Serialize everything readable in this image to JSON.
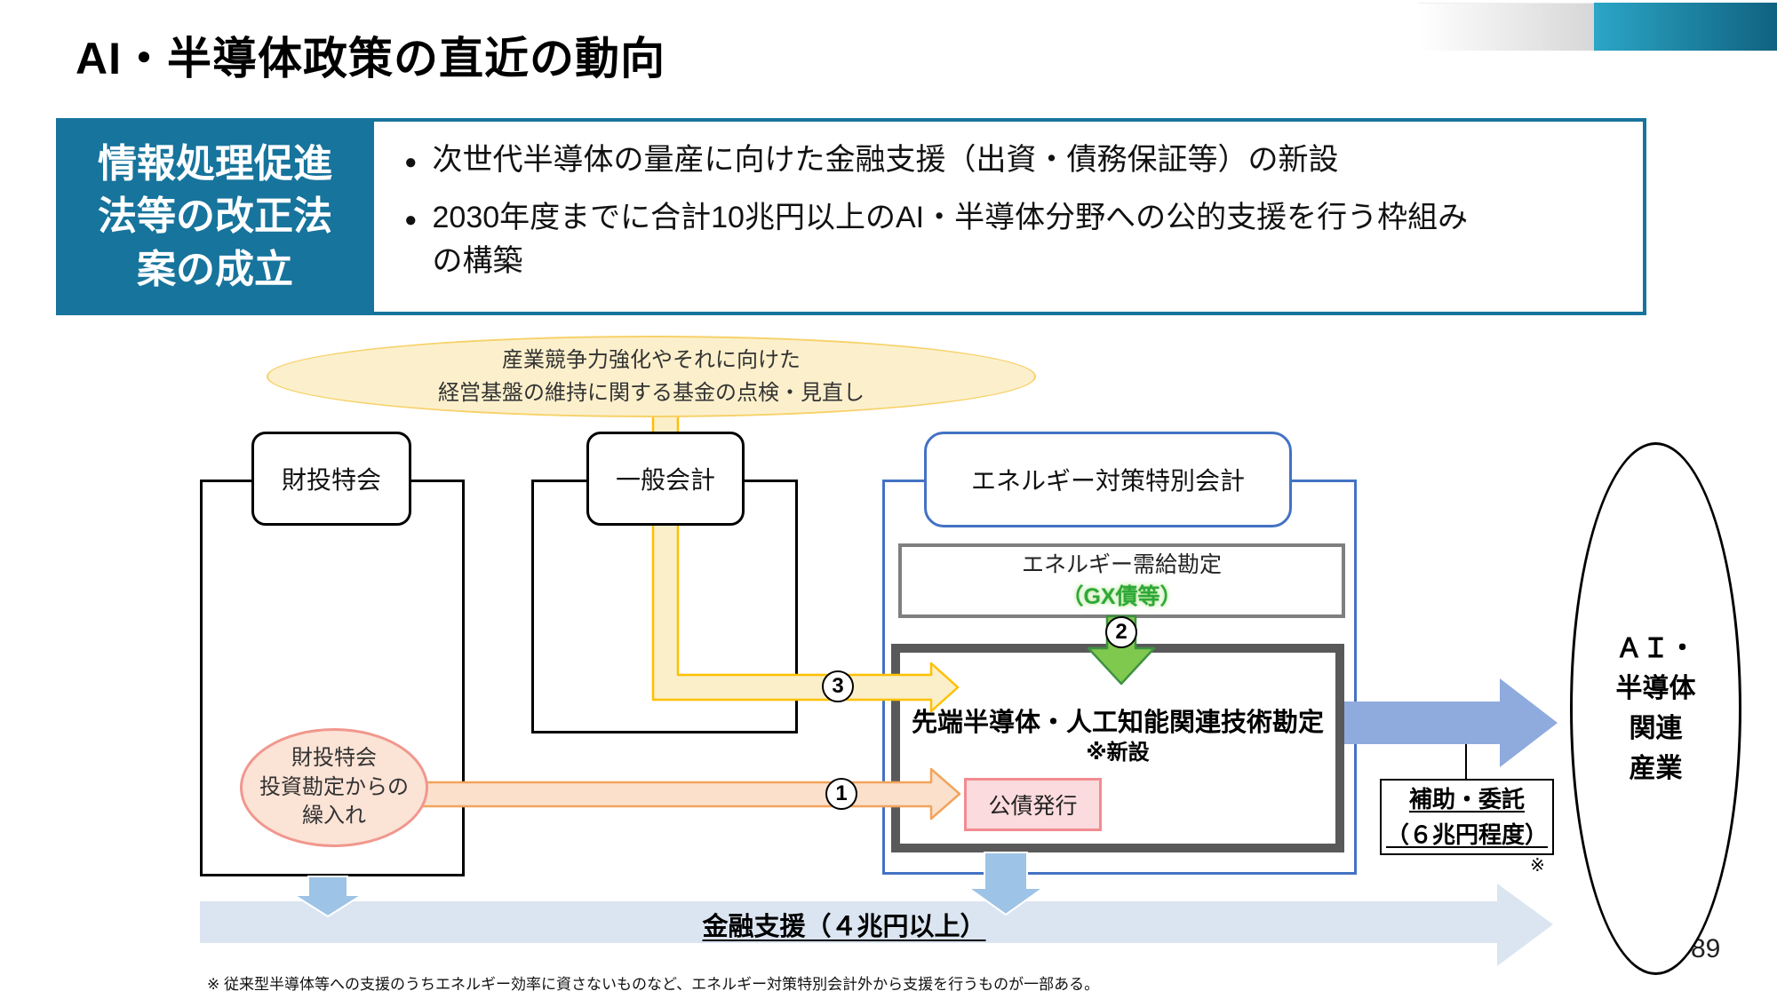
{
  "slide": {
    "title": "AI・半導体政策の直近の動向",
    "page_number": "89",
    "footnote": "※ 従来型半導体等への支援のうちエネルギー効率に資さないものなど、エネルギー対策特別会計外から支援を行うものが一部ある。"
  },
  "header": {
    "law_label": "情報処理促進\n法等の改正法\n案の成立",
    "bullet_glyph": "●",
    "bullets": [
      "次世代半導体の量産に向けた金融支援（出資・債務保証等）の新設",
      "2030年度までに合計10兆円以上のAI・半導体分野への公的支援を行う枠組みの構築"
    ]
  },
  "diagram": {
    "fund_review_note": "産業競争力強化やそれに向けた\n経営基盤の維持に関する基金の点検・見直し",
    "fiscal_loan_account": "財投特会",
    "general_account": "一般会計",
    "energy_special_account": "エネルギー対策特別会計",
    "energy_supply_demand_account": "エネルギー需給勘定",
    "gx_bonds": "（GX債等）",
    "advanced_account": "先端半導体・人工知能関連技術勘定",
    "advanced_account_note": "※新設",
    "bond_issuance": "公債発行",
    "transfer_ellipse": "財投特会\n投資勘定からの\n繰入れ",
    "ai_industry": "ＡＩ・\n半導体\n関連\n産業",
    "subsidy_box": "補助・委託\n（６兆円程度）",
    "subsidy_note_mark": "※",
    "arrow_labels": {
      "one": "1",
      "two": "2",
      "three": "3"
    },
    "financial_support": "金融支援（４兆円以上）"
  },
  "colors": {
    "accent_teal": "#17749C",
    "diagram_blue": "#4472C4",
    "arrow_yellow_border": "#FFC000",
    "arrow_yellow_fill": "#FBEFC9",
    "arrow_orange_border": "#F2A45C",
    "arrow_orange_fill": "#FBE0CC",
    "arrow_green": "#7FC94E",
    "arrow_blue": "#8FAADC",
    "band_blue": "#DBE5F1",
    "pink_border": "#F28B90",
    "gray_border": "#595959"
  }
}
